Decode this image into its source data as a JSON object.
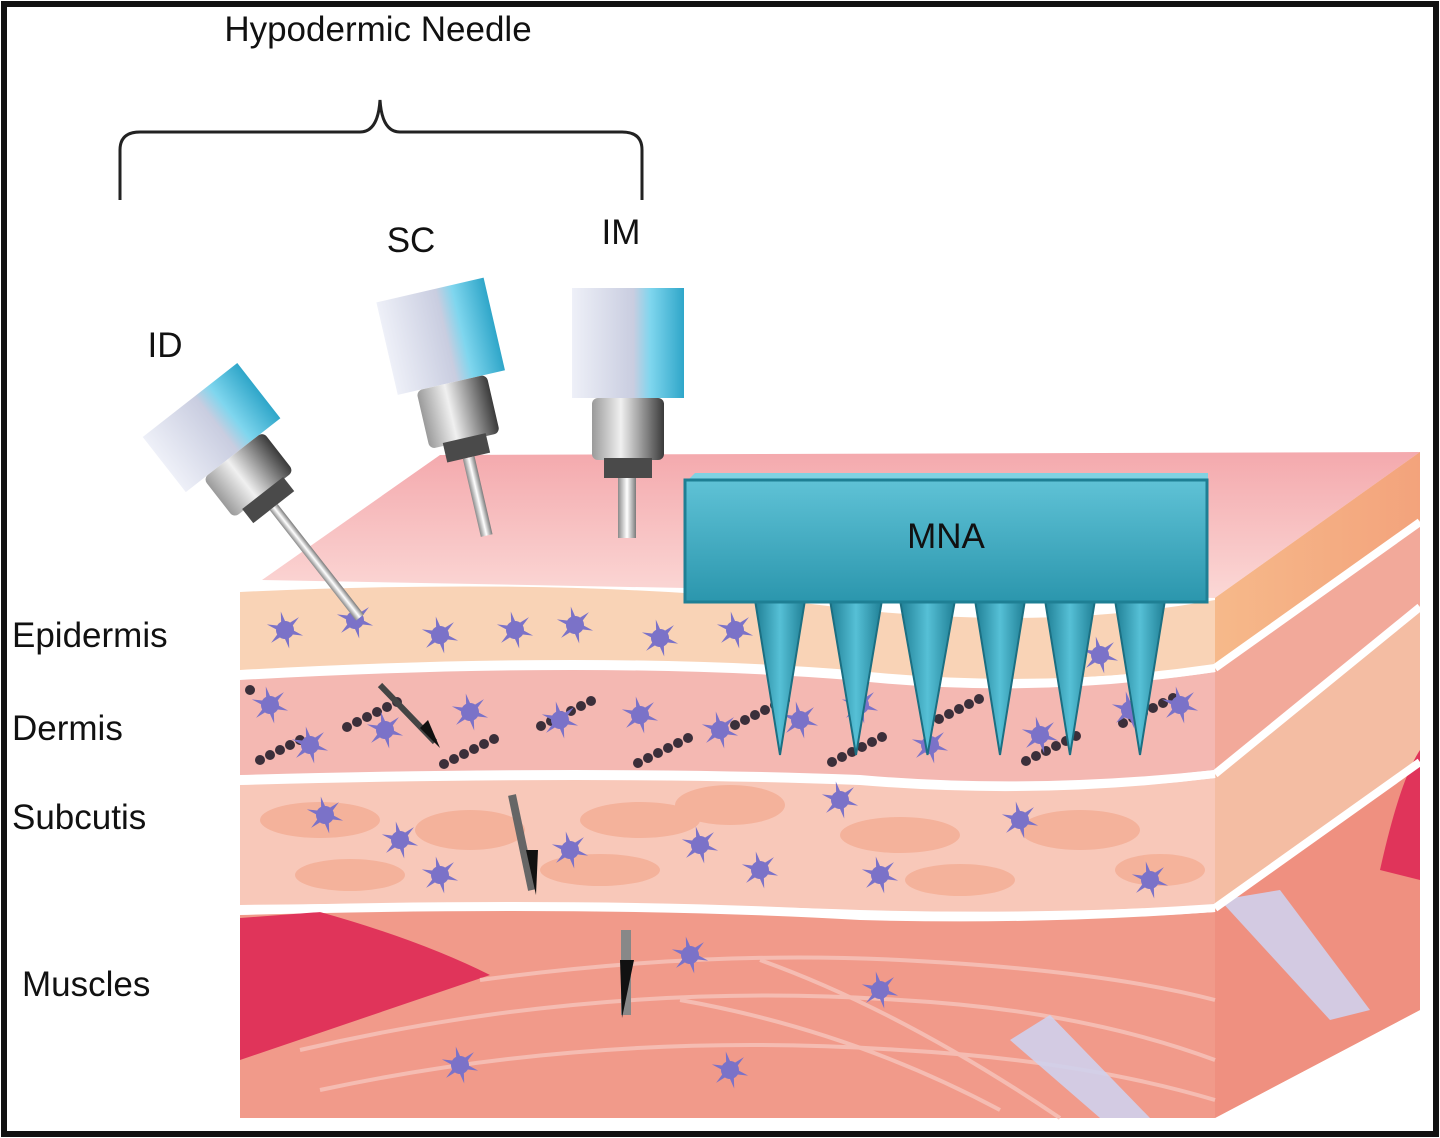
{
  "title": "Hypodermic Needle",
  "needles": [
    {
      "label": "ID"
    },
    {
      "label": "SC"
    },
    {
      "label": "IM"
    }
  ],
  "device": {
    "label": "MNA"
  },
  "layers": [
    {
      "label": "Epidermis"
    },
    {
      "label": "Dermis"
    },
    {
      "label": "Subcutis"
    },
    {
      "label": "Muscles"
    }
  ],
  "colors": {
    "frame": "#111111",
    "skin_surface": "#f7c4c4",
    "epidermis": "#f9d2b8",
    "dermis": "#f3b6b4",
    "subcutis": "#f7c4b4",
    "muscle": "#f08c82",
    "muscle_dark": "#e23a5c",
    "cell": "#7b72c8",
    "mna": "#3aa9bf",
    "mna_dark": "#1e7f94",
    "syringe_body": "#d9dcea",
    "syringe_liquid": "#4fc3e0",
    "hub": "#5a5a5a",
    "needle": "#b8b8b8"
  }
}
